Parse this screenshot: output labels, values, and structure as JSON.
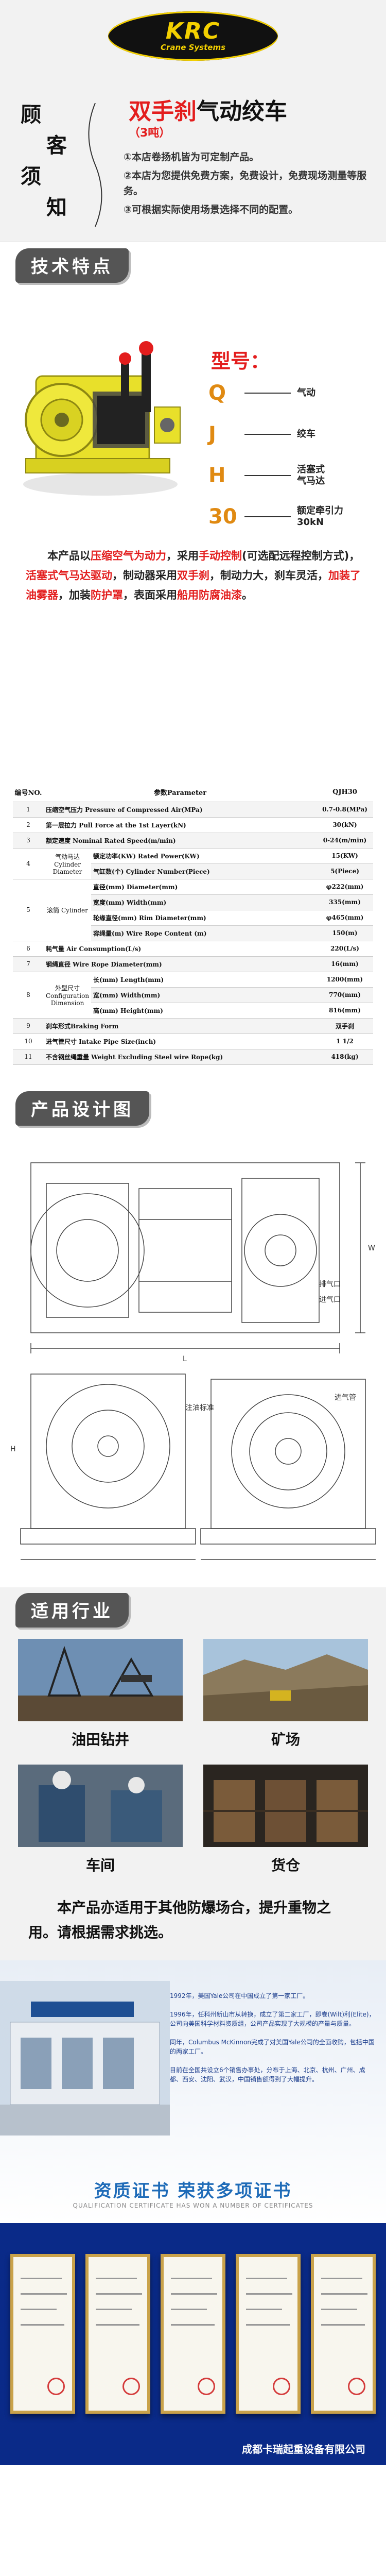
{
  "brand": {
    "logo_text": "KRC",
    "logo_sub": "Crane Systems",
    "logo_color": "#f4d000"
  },
  "notice": {
    "chars": [
      "顾",
      "客",
      "须",
      "知"
    ],
    "title_red": "双手刹",
    "title_black": "气动绞车",
    "subtitle": "（3吨）",
    "items": [
      "①本店卷扬机皆为可定制产品。",
      "②本店为您提供免费方案，免费设计，免费现场测量等服务。",
      "③可根据实际使用场景选择不同的配置。"
    ]
  },
  "features": {
    "heading": "技术特点",
    "model_label": "型号：",
    "specs": [
      {
        "letter": "Q",
        "text": "气动"
      },
      {
        "letter": "J",
        "text": "绞车"
      },
      {
        "letter": "H",
        "text": "活塞式\n气马达"
      },
      {
        "letter": "30",
        "text": "额定牵引力\n30kN"
      }
    ],
    "desc": [
      {
        "t": "本产品以",
        "hl": false
      },
      {
        "t": "压缩空气为动力",
        "hl": true
      },
      {
        "t": "，采用",
        "hl": false
      },
      {
        "t": "手动控制",
        "hl": true
      },
      {
        "t": "(可选配远程控制方式)，",
        "hl": false
      },
      {
        "t": "活塞式气马达驱动",
        "hl": true
      },
      {
        "t": "，制动器采用",
        "hl": false
      },
      {
        "t": "双手刹",
        "hl": true
      },
      {
        "t": "，制动力大，刹车灵活，",
        "hl": false
      },
      {
        "t": "加装了油雾器",
        "hl": true
      },
      {
        "t": "，加装",
        "hl": false
      },
      {
        "t": "防护罩",
        "hl": true
      },
      {
        "t": "，表面采用",
        "hl": false
      },
      {
        "t": "船用防腐油漆",
        "hl": true
      },
      {
        "t": "。",
        "hl": false
      }
    ]
  },
  "table": {
    "header": [
      "编号NO.",
      "参数Parameter",
      "QJH30"
    ],
    "rows": [
      {
        "no": "1",
        "label": "压缩空气压力 Pressure of Compressed Air(MPa)",
        "val": "0.7-0.8(MPa)"
      },
      {
        "no": "2",
        "label": "第一层拉力 Pull Force at the 1st Layer(kN)",
        "val": "30(kN)"
      },
      {
        "no": "3",
        "label": "额定速度 Nominal Rated Speed(m/min)",
        "val": "0-24(m/min)"
      }
    ],
    "cylinder": {
      "no": "4",
      "group": "气动马达 Cylinder Diameter",
      "rows": [
        {
          "label": "额定功率(KW)  Rated Power(KW)",
          "val": "15(KW)"
        },
        {
          "label": "气缸数(个)  Cylinder Number(Piece)",
          "val": "5(Piece)"
        }
      ]
    },
    "drum": {
      "no": "5",
      "group": "滚筒  Cylinder",
      "rows": [
        {
          "label": "直径(mm)  Diameter(mm)",
          "val": "φ222(mm)"
        },
        {
          "label": "宽度(mm)  Width(mm)",
          "val": "335(mm)"
        },
        {
          "label": "轮缘直径(mm)  Rim Diameter(mm)",
          "val": "φ465(mm)"
        },
        {
          "label": "容绳量(m)  Wire Rope Content (m)",
          "val": "150(m)"
        }
      ]
    },
    "rows2": [
      {
        "no": "6",
        "label": "耗气量 Air Consumption(L/s)",
        "val": "220(L/s)"
      },
      {
        "no": "7",
        "label": "钢绳直径 Wire Rope Diameter(mm)",
        "val": "16(mm)"
      }
    ],
    "config": {
      "no": "8",
      "group": "外型尺寸 Configuration Dimension",
      "rows": [
        {
          "label": "长(mm)  Length(mm)",
          "val": "1200(mm)"
        },
        {
          "label": "宽(mm)  Width(mm)",
          "val": "770(mm)"
        },
        {
          "label": "高(mm)  Height(mm)",
          "val": "816(mm)"
        }
      ]
    },
    "rows3": [
      {
        "no": "9",
        "label": "刹车形式Braking Form",
        "val": "双手刹"
      },
      {
        "no": "10",
        "label": "进气管尺寸 Intake Pipe Size(inch)",
        "val": "1 1/2"
      },
      {
        "no": "11",
        "label": "不含钢丝绳重量 Weight Excluding Steel wire Rope(kg)",
        "val": "418(kg)"
      }
    ]
  },
  "drawing": {
    "heading": "产品设计图",
    "labels": [
      "L",
      "W",
      "H",
      "进气口",
      "注油标准",
      "排气口",
      "进气管"
    ]
  },
  "industries": {
    "heading": "适用行业",
    "items": [
      {
        "label": "油田钻井",
        "icon": "oilfield-photo"
      },
      {
        "label": "矿场",
        "icon": "mine-photo"
      },
      {
        "label": "车间",
        "icon": "workshop-photo"
      },
      {
        "label": "货仓",
        "icon": "warehouse-photo"
      }
    ],
    "note": "本产品亦适用于其他防爆场合，提升重物之用。请根据需求挑选。"
  },
  "company": {
    "timeline": [
      "1992年，美国Yale公司在中国成立了第一家工厂。",
      "1996年，任科州新山市从转换，成立了第二家工厂，即卷(Wilt)利(Elite)，公司向美国科学材料资质组，公司产品实现了大规模的产量与质量。",
      "同年，Columbus McKinnon完成了对美国Yale公司的全面收购，包括中国的两家工厂。",
      "目前在全国共设立6个销售办事处，分布于上海、北京、杭州、广州、成都、西安、沈阳、武汉，中国销售额得到了大幅提升。"
    ],
    "cert_title": "资质证书 荣获多项证书",
    "cert_en": "QUALIFICATION CERTIFICATE HAS WON A NUMBER OF CERTIFICATES"
  },
  "footer": {
    "company_name": "成都卡瑞起重设备有限公司"
  },
  "colors": {
    "accent_red": "#e31d1d",
    "accent_orange": "#e08a12",
    "cert_bg": "#0a2a88",
    "heading_blue": "#1e6bb8"
  }
}
